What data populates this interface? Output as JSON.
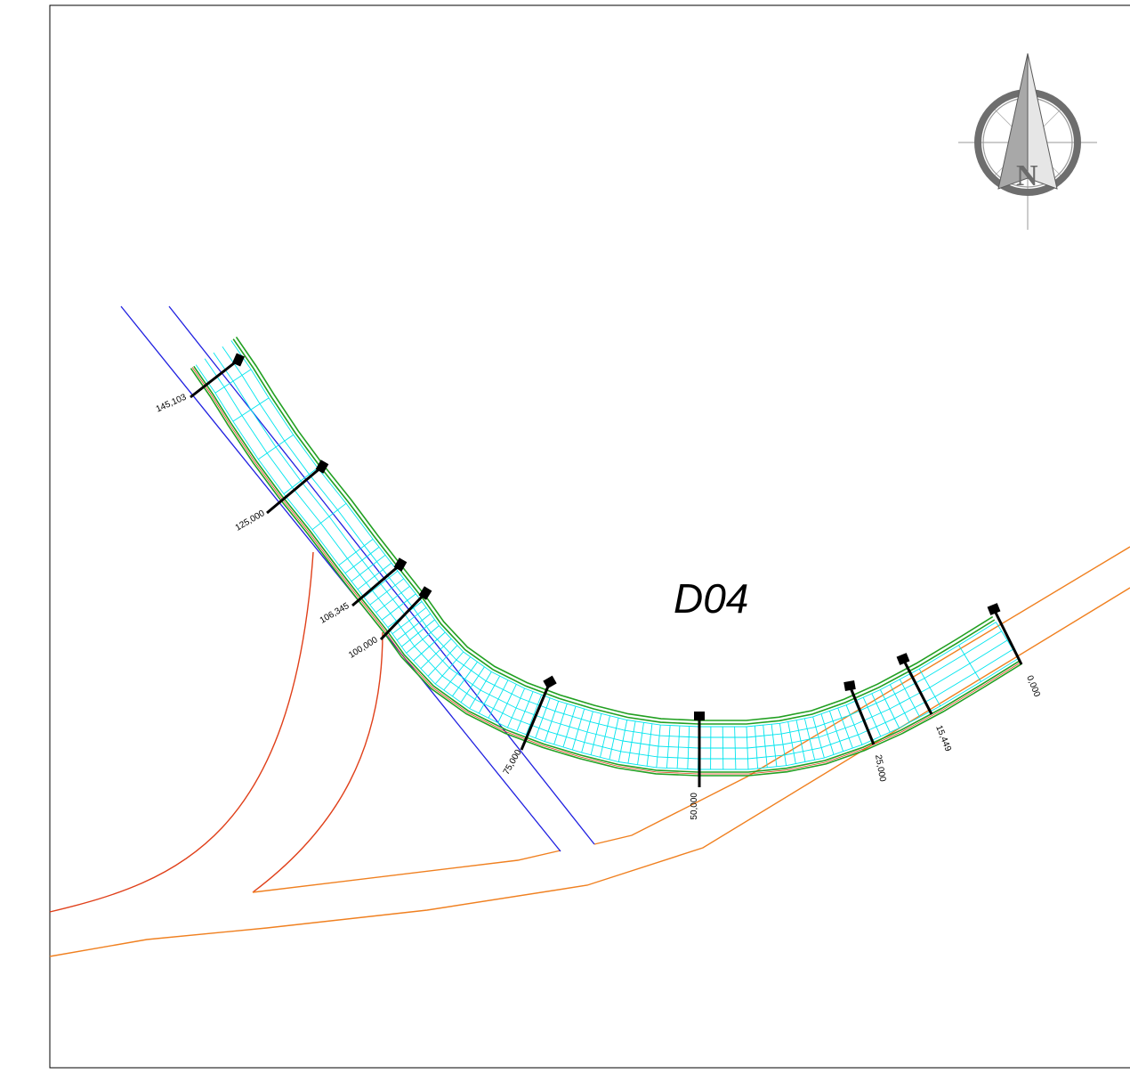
{
  "drawing": {
    "title": "D04",
    "north_letter": "N"
  },
  "stations": [
    {
      "label": "0,000"
    },
    {
      "label": "15,449"
    },
    {
      "label": "25,000"
    },
    {
      "label": "50,000"
    },
    {
      "label": "75,000"
    },
    {
      "label": "100,000"
    },
    {
      "label": "106,345"
    },
    {
      "label": "125,000"
    },
    {
      "label": "145,103"
    }
  ],
  "colors": {
    "sheet_border": "#000000",
    "existing_roads": "#f08020",
    "existing_road_west": "#e0401a",
    "blue_lines": "#1f1fe0",
    "road_edges": "#22a022",
    "lane_grid": "#00e5ee",
    "station_ticks": "#000000",
    "north_arrow": "#707070"
  },
  "icons": [
    "north-arrow-icon",
    "station-marker-icon"
  ]
}
